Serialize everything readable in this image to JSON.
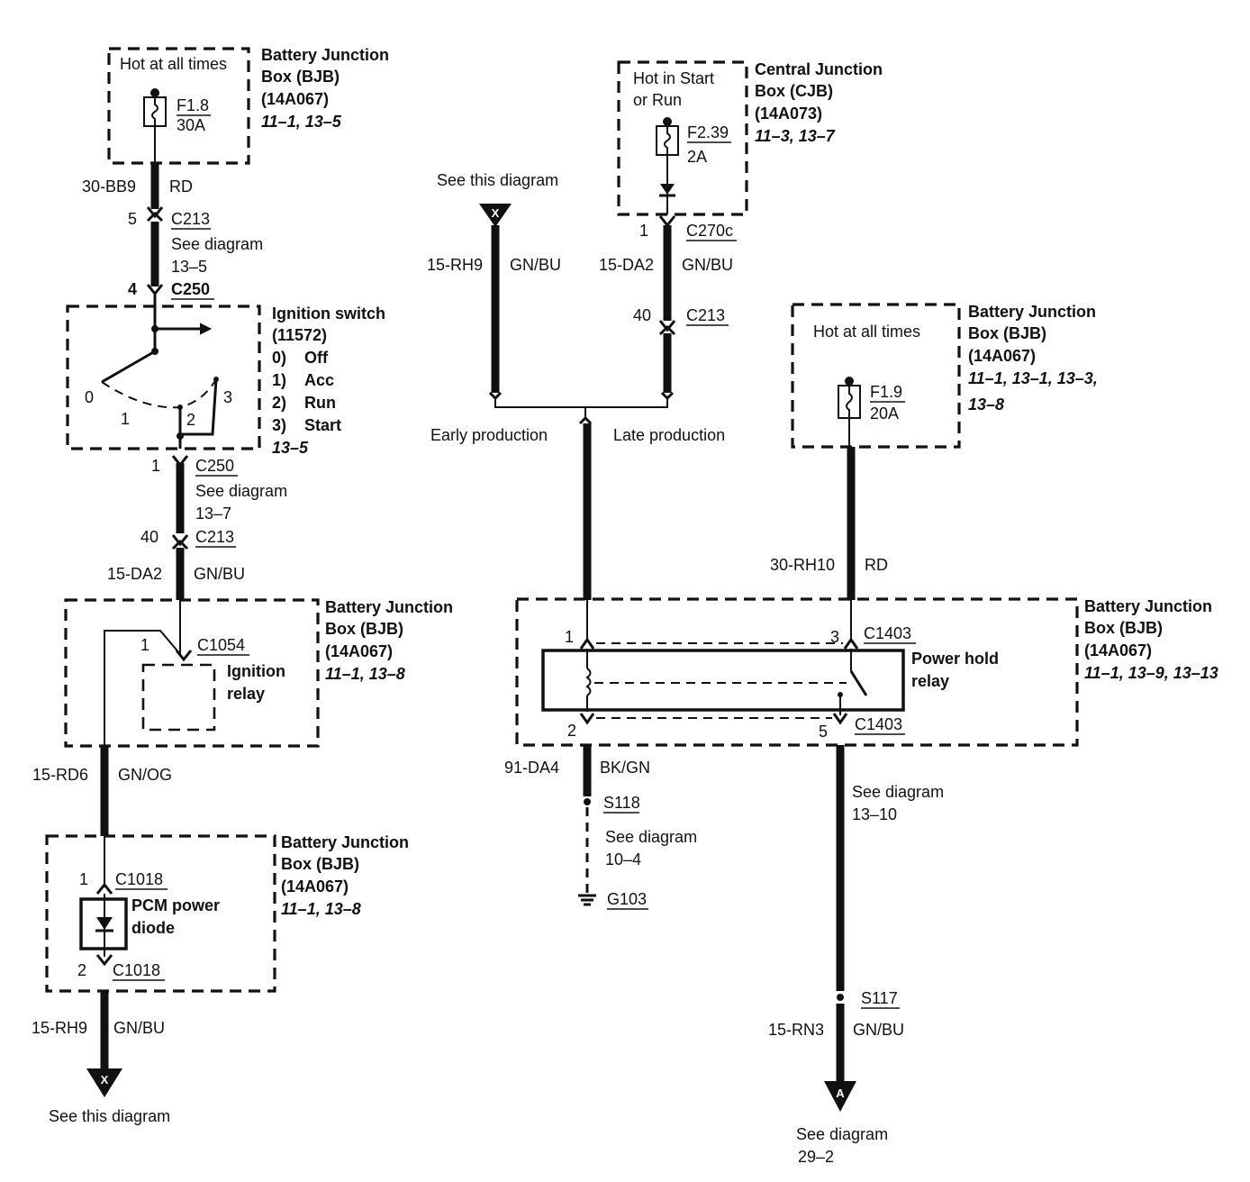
{
  "wiring": {
    "bjb1": {
      "title1": "Battery Junction",
      "title2": "Box (BJB)",
      "part": "(14A067)",
      "refs": "11–1, 13–5",
      "hot": "Hot at all times",
      "fuse": "F1.8",
      "amp": "30A"
    },
    "w_30bb9": {
      "circuit": "30-BB9",
      "color": "RD"
    },
    "c213a": {
      "pin": "5",
      "name": "C213",
      "see1": "See diagram",
      "see2": "13–5"
    },
    "c250a": {
      "pin": "4",
      "name": "C250"
    },
    "ign": {
      "title": "Ignition switch",
      "part": "(11572)",
      "p0": "0)",
      "l0": "Off",
      "p1": "1)",
      "l1": "Acc",
      "p2": "2)",
      "l2": "Run",
      "p3": "3)",
      "l3": "Start",
      "ref": "13–5",
      "n0": "0",
      "n1": "1",
      "n2": "2",
      "n3": "3"
    },
    "c250b": {
      "pin": "1",
      "name": "C250",
      "see1": "See diagram",
      "see2": "13–7"
    },
    "c213b": {
      "pin": "40",
      "name": "C213"
    },
    "w_15da2a": {
      "circuit": "15-DA2",
      "color": "GN/BU"
    },
    "bjb2": {
      "title1": "Battery Junction",
      "title2": "Box (BJB)",
      "part": "(14A067)",
      "refs": "11–1, 13–8",
      "pin": "1",
      "conn": "C1054",
      "relay1": "Ignition",
      "relay2": "relay"
    },
    "w_15rd6": {
      "circuit": "15-RD6",
      "color": "GN/OG"
    },
    "bjb3": {
      "title1": "Battery Junction",
      "title2": "Box (BJB)",
      "part": "(14A067)",
      "refs": "11–1, 13–8",
      "pin1": "1",
      "conn1": "C1018",
      "pin2": "2",
      "conn2": "C1018",
      "diode1": "PCM power",
      "diode2": "diode"
    },
    "w_15rh9a": {
      "circuit": "15-RH9",
      "color": "GN/BU"
    },
    "x_bottom": {
      "letter": "X",
      "see": "See this diagram"
    },
    "x_top": {
      "letter": "X",
      "see": "See this diagram"
    },
    "w_15rh9b": {
      "circuit": "15-RH9",
      "color": "GN/BU"
    },
    "cjb": {
      "title1": "Central Junction",
      "title2": "Box (CJB)",
      "part": "(14A073)",
      "refs": "11–3, 13–7",
      "hot1": "Hot in Start",
      "hot2": "or Run",
      "fuse": "F2.39",
      "amp": "2A"
    },
    "c270c": {
      "pin": "1",
      "name": "C270c"
    },
    "w_15da2b": {
      "circuit": "15-DA2",
      "color": "GN/BU"
    },
    "c213c": {
      "pin": "40",
      "name": "C213"
    },
    "production": {
      "early": "Early production",
      "late": "Late production"
    },
    "bjb4": {
      "title1": "Battery Junction",
      "title2": "Box (BJB)",
      "part": "(14A067)",
      "refs1": "11–1, 13–1, 13–3,",
      "refs2": "13–8",
      "hot": "Hot at all times",
      "fuse": "F1.9",
      "amp": "20A"
    },
    "w_30rh10": {
      "circuit": "30-RH10",
      "color": "RD"
    },
    "bjb5": {
      "title1": "Battery Junction",
      "title2": "Box (BJB)",
      "part": "(14A067)",
      "refs": "11–1, 13–9, 13–13",
      "relay1": "Power hold",
      "relay2": "relay",
      "pin1": "1",
      "pin3": "3",
      "conn_top": "C1403",
      "pin2": "2",
      "pin5": "5",
      "conn_bot": "C1403"
    },
    "w_91da4": {
      "circuit": "91-DA4",
      "color": "BK/GN"
    },
    "s118": {
      "name": "S118",
      "see1": "See diagram",
      "see2": "10–4"
    },
    "g103": {
      "name": "G103"
    },
    "right_see": {
      "see1": "See diagram",
      "see2": "13–10"
    },
    "s117": {
      "name": "S117"
    },
    "w_15rn3": {
      "circuit": "15-RN3",
      "color": "GN/BU"
    },
    "a_bottom": {
      "letter": "A",
      "see1": "See diagram",
      "see2": "29–2"
    }
  }
}
